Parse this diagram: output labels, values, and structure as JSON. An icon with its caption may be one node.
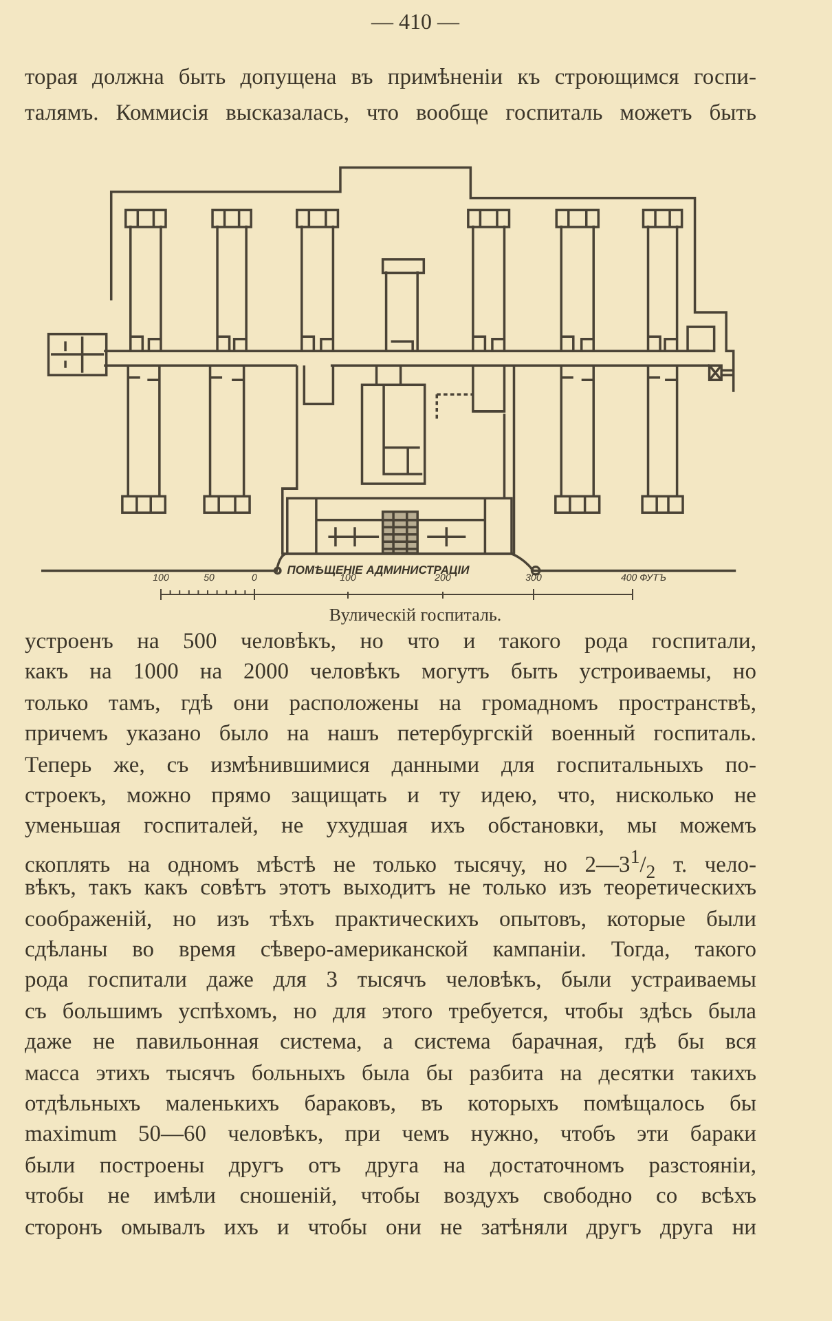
{
  "diagram": {
    "caption": "Вулическій госпиталь.",
    "labels": [
      "— 410 —",
      "торая должна быть допущена въ примѣненіи къ строющимся госпи-",
      "талямъ. Коммисія высказалась, что вообще госпиталь можетъ быть",
      "ПОМѢЩЕНІЕ АДМИНИСТРАЦІИ",
      "100",
      "50",
      "0",
      "100",
      "200",
      "300",
      "400 ФУТЪ",
      "устроенъ на 500 человѣкъ, но что и такого рода госпитали,",
      "какъ на 1000 на 2000 человѣкъ могутъ быть устроиваемы, но",
      "только тамъ, гдѣ они расположены на громадномъ пространствѣ,",
      "причемъ указано было на нашъ петербургскій военный госпиталь.",
      "Теперь же, съ измѣнившимися данными для госпитальныхъ по-",
      "строекъ, можно прямо защищать и ту идею, что, нисколько не",
      "уменьшая госпиталей, не ухудшая ихъ обстановки, мы можемъ",
      "скоплять на одномъ мѣстѣ не только тысячу, но 2—3$^{1}$/$_{2}$ т. чело-",
      "вѣкъ, такъ какъ совѣтъ этотъ выходитъ не только изъ теоретическихъ",
      "соображеній, но изъ тѣхъ практическихъ опытовъ, которые были",
      "сдѣланы во время сѣверо-американской кампаніи. Тогда, такого",
      "рода госпитали даже для 3 тысячъ человѣкъ, были устраиваемы",
      "съ большимъ успѣхомъ, но для этого требуется, чтобы здѣсь была",
      "даже не павильонная система, а система барачная, гдѣ бы вся",
      "масса этихъ тысячъ больныхъ была бы разбита на десятки такихъ",
      "отдѣльныхъ маленькихъ бараковъ, въ которыхъ помѣщалось бы",
      "maximum 50—60 человѣкъ, при чемъ нужно, чтобъ эти бараки",
      "были построены другъ отъ друга на достаточномъ разстояніи,",
      "чтобы не имѣли сношеній, чтобы воздухъ свободно со всѣхъ",
      "сторонъ омывалъ ихъ и чтобы они не затѣняли другъ друга ни"
    ]
  }
}
